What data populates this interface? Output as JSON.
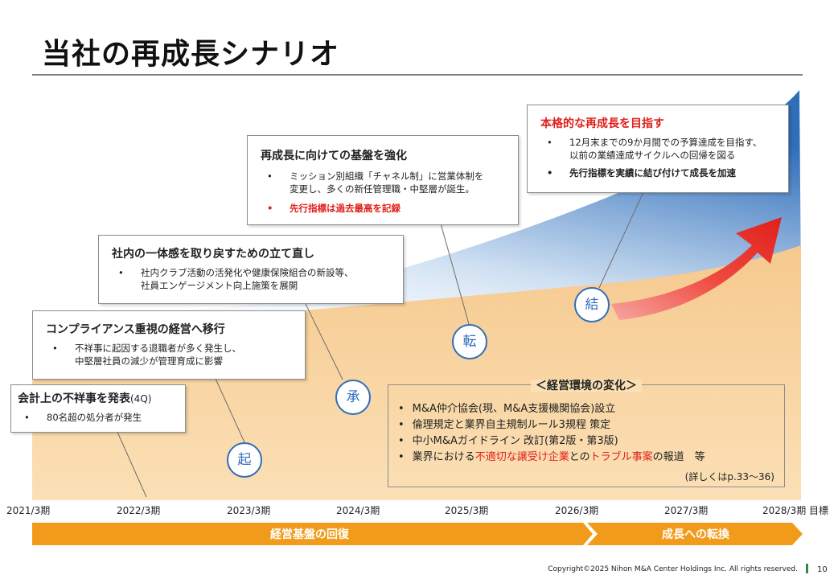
{
  "title": "当社の再成長シナリオ",
  "colors": {
    "accent_blue": "#2f6eba",
    "banner_orange": "#f29b1b",
    "highlight_red": "#e0201b",
    "arrow_red": "#e8312a"
  },
  "boxes": {
    "box1": {
      "title": "会計上の不祥事を発表",
      "title_suffix": "(4Q)",
      "items": [
        "80名超の処分者が発生"
      ]
    },
    "box2": {
      "title": "コンプライアンス重視の経営へ移行",
      "items": [
        "不祥事に起因する退職者が多く発生し、\n中堅層社員の減少が管理育成に影響"
      ]
    },
    "box3": {
      "title": "社内の一体感を取り戻すための立て直し",
      "items": [
        "社内クラブ活動の活発化や健康保険組合の新設等、\n社員エンゲージメント向上施策を展開"
      ]
    },
    "box4": {
      "title": "再成長に向けての基盤を強化",
      "items": [
        "ミッション別組織「チャネル制」に営業体制を\n変更し、多くの新任管理職・中堅層が誕生。",
        "先行指標は過去最高を記録"
      ]
    },
    "box5": {
      "title": "本格的な再成長を目指す",
      "items": [
        "12月末までの9か月間での予算達成を目指す、\n以前の業績達成サイクルへの回帰を図る",
        "先行指標を実績に結び付けて成長を加速"
      ]
    }
  },
  "stages": [
    "起",
    "承",
    "転",
    "結"
  ],
  "environment": {
    "title": "＜経営環境の変化＞",
    "items": {
      "i1": "M&A仲介協会(現、M&A支援機関協会)設立",
      "i2": "倫理規定と業界自主規制ルール3規程 策定",
      "i3": "中小M&Aガイドライン 改訂(第2版・第3版)",
      "i4_a": "業界における",
      "i4_b": "不適切な譲受け企業",
      "i4_c": "との",
      "i4_d": "トラブル事案",
      "i4_e": "の報道　等"
    },
    "note": "(詳しくはp.33～36)"
  },
  "timeline": {
    "years": [
      "2021/3期",
      "2022/3期",
      "2023/3期",
      "2024/3期",
      "2025/3期",
      "2026/3期",
      "2027/3期",
      "2028/3期 目標"
    ],
    "phase1": "経営基盤の回復",
    "phase2": "成長への転換"
  },
  "footer": {
    "copyright": "Copyright©2025 Nihon M&A Center Holdings Inc. All rights reserved.",
    "page": "10"
  }
}
